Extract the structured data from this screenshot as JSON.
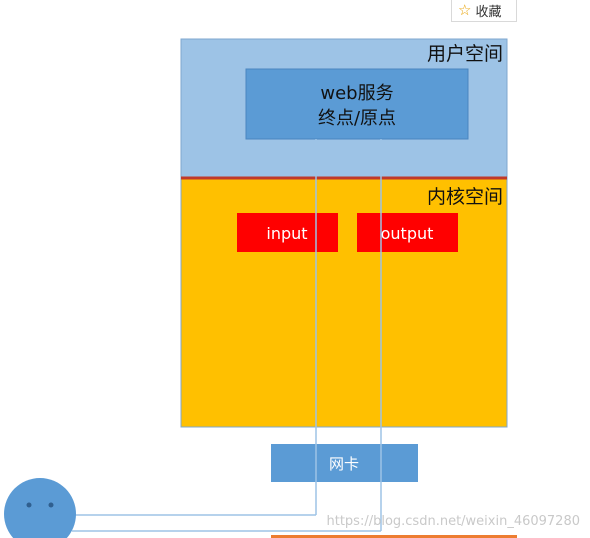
{
  "toolbar": {
    "favorite_label": "收藏",
    "favorite_icon": "star-outline-icon"
  },
  "diagram": {
    "user_space": {
      "label": "用户空间",
      "color": "#9dc3e6"
    },
    "kernel_space": {
      "label": "内核空间",
      "color": "#ffc000",
      "divider_color": "#c0392b"
    },
    "web_service": {
      "line1": "web服务",
      "line2": "终点/原点",
      "color": "#5b9bd5"
    },
    "input_box": {
      "label": "input",
      "color": "#ff0000"
    },
    "output_box": {
      "label": "output",
      "color": "#ff0000"
    },
    "network_card": {
      "label": "网卡",
      "color": "#5b9bd5"
    },
    "client": {
      "icon": "smiley-face-icon",
      "color": "#5b9bd5"
    },
    "connector_color": "#9dc3e6"
  },
  "watermark": "https://blog.csdn.net/weixin_46097280"
}
